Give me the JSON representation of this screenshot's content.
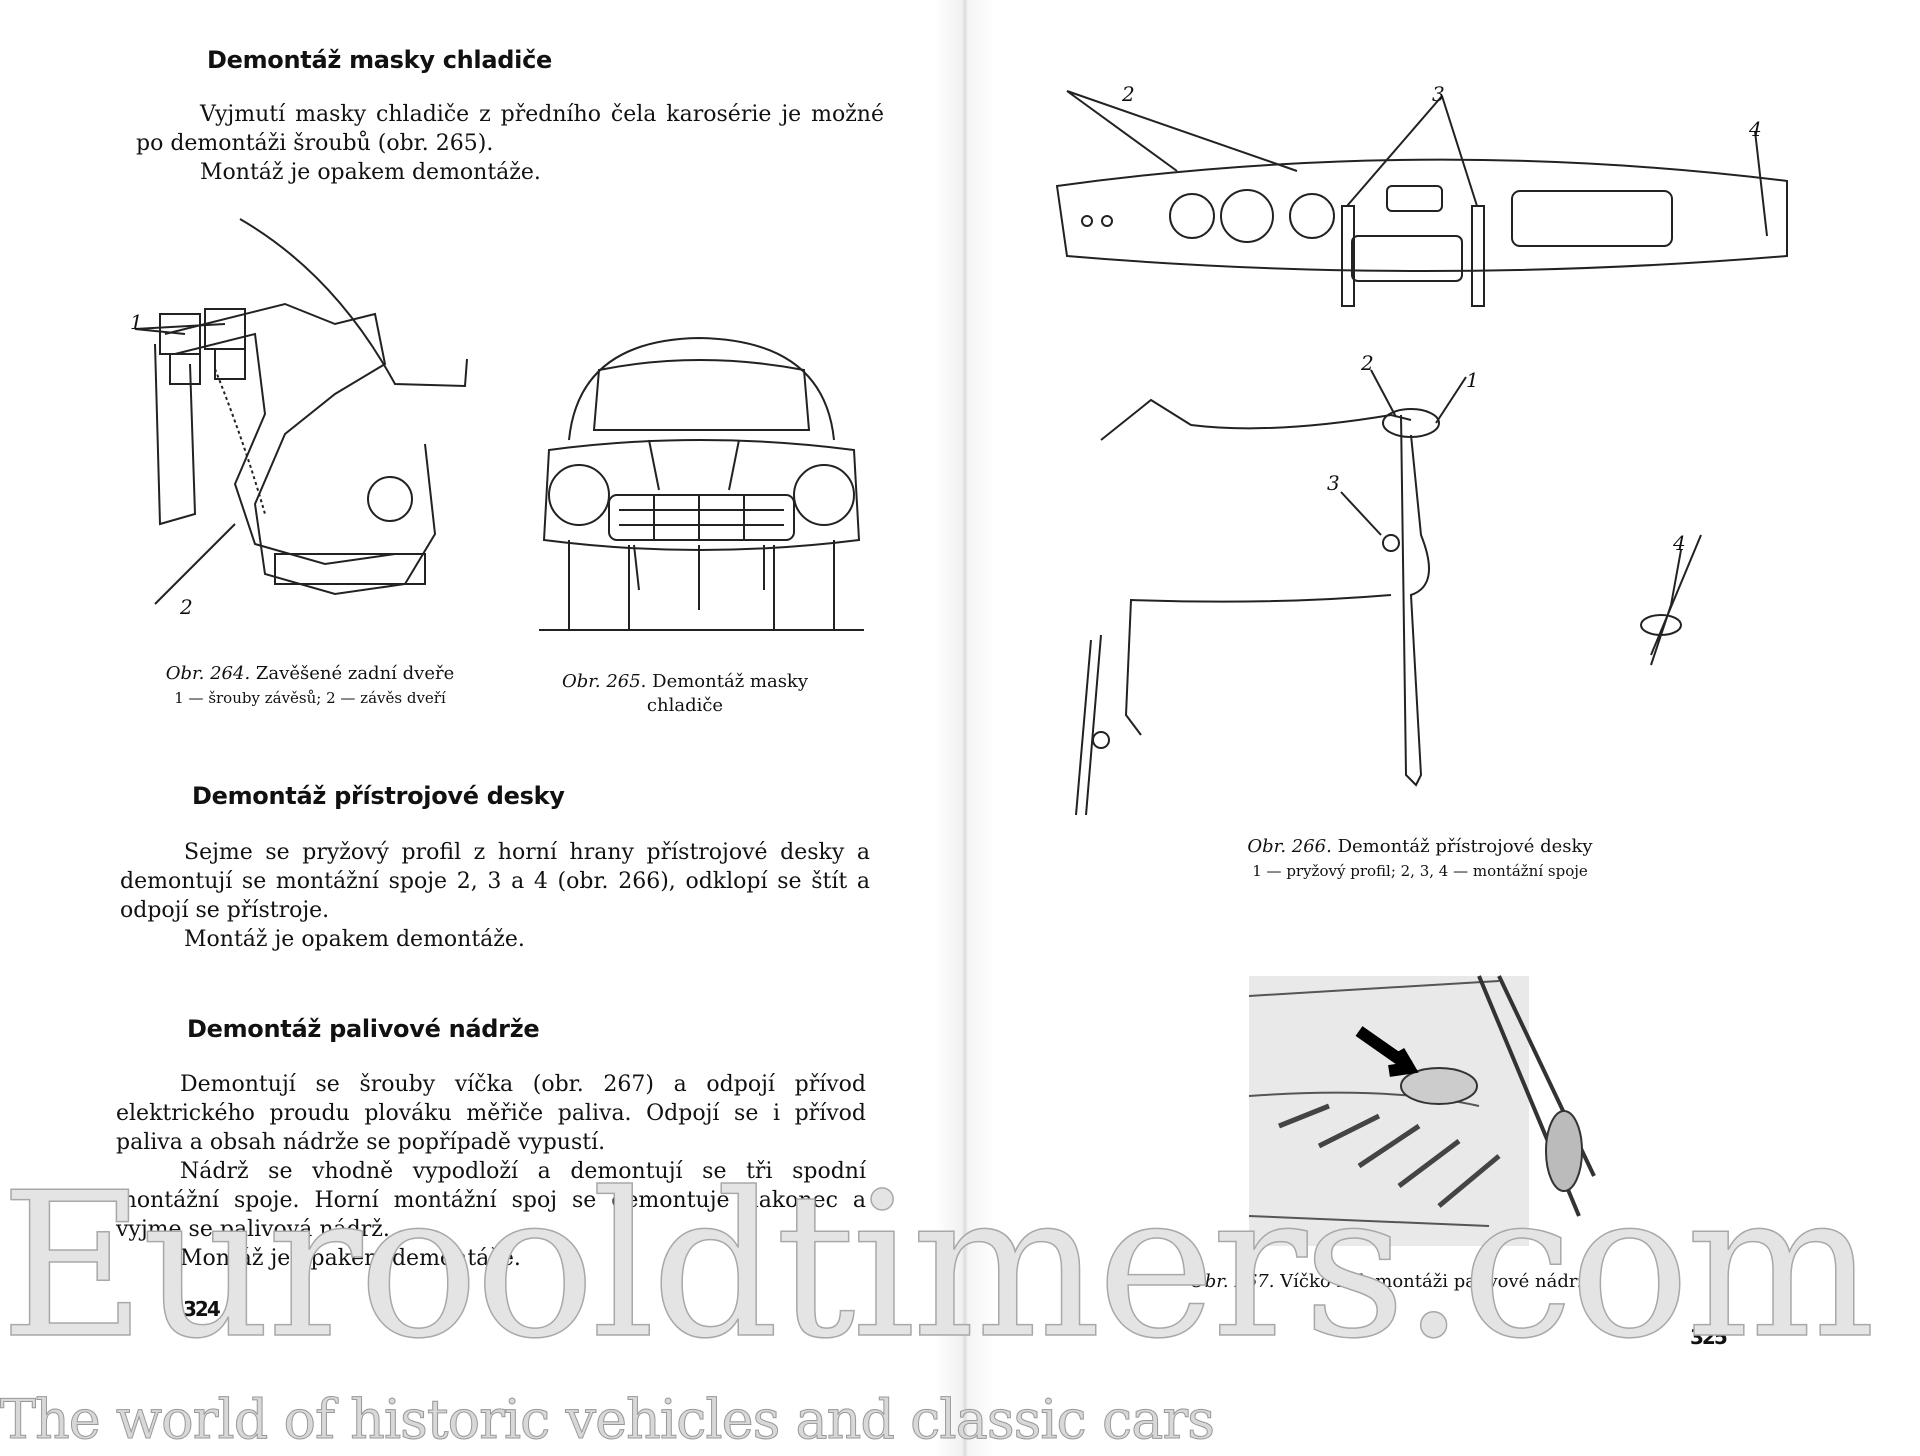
{
  "left_page": {
    "section1": {
      "heading": "Demontáž masky chladiče",
      "para_lines": [
        "Vyjmutí masky chladiče z předního čela karosérie je možné po demontáži šroubů (obr. 265).",
        "Montáž je opakem demontáže."
      ]
    },
    "fig264": {
      "label": "Obr. 264.",
      "title": "Zavěšené zadní dveře",
      "legend": "1 — šrouby závěsů; 2 — závěs dveří",
      "callouts": [
        "1",
        "2"
      ]
    },
    "fig265": {
      "label": "Obr. 265.",
      "title": "Demontáž masky chladiče"
    },
    "section2": {
      "heading": "Demontáž přístrojové desky",
      "para_lines": [
        "Sejme se pryžový profil z horní hrany přístrojové desky a demontují se montážní spoje 2, 3 a 4 (obr. 266), odklopí se štít a odpojí se přístroje.",
        "Montáž je opakem demontáže."
      ]
    },
    "section3": {
      "heading": "Demontáž palivové nádrže",
      "para_lines": [
        "Demontují se šrouby víčka (obr. 267) a odpojí přívod elektrického proudu plováku měřiče paliva. Odpojí se i přívod paliva a obsah nádrže se popřípadě vypustí.",
        "Nádrž se vhodně vypodloží a demontují se tři spodní montážní spoje. Horní montážní spoj se demontuje nakonec a vyjme se palivová nádrž.",
        "Montáž je opakem demontáže."
      ]
    },
    "page_number": "324"
  },
  "right_page": {
    "fig266": {
      "label": "Obr. 266.",
      "title": "Demontáž přístrojové desky",
      "legend": "1 — pryžový profil; 2, 3, 4 — montážní spoje",
      "callouts": [
        "2",
        "3",
        "4",
        "2",
        "1",
        "3",
        "4"
      ]
    },
    "fig267": {
      "label": "Obr. 267.",
      "title": "Víčko k demontáži palivové nádrže"
    },
    "page_number": "325"
  },
  "watermark": {
    "brand": "Eurooldtimers.com",
    "tagline": "The world of historic vehicles and classic cars"
  }
}
